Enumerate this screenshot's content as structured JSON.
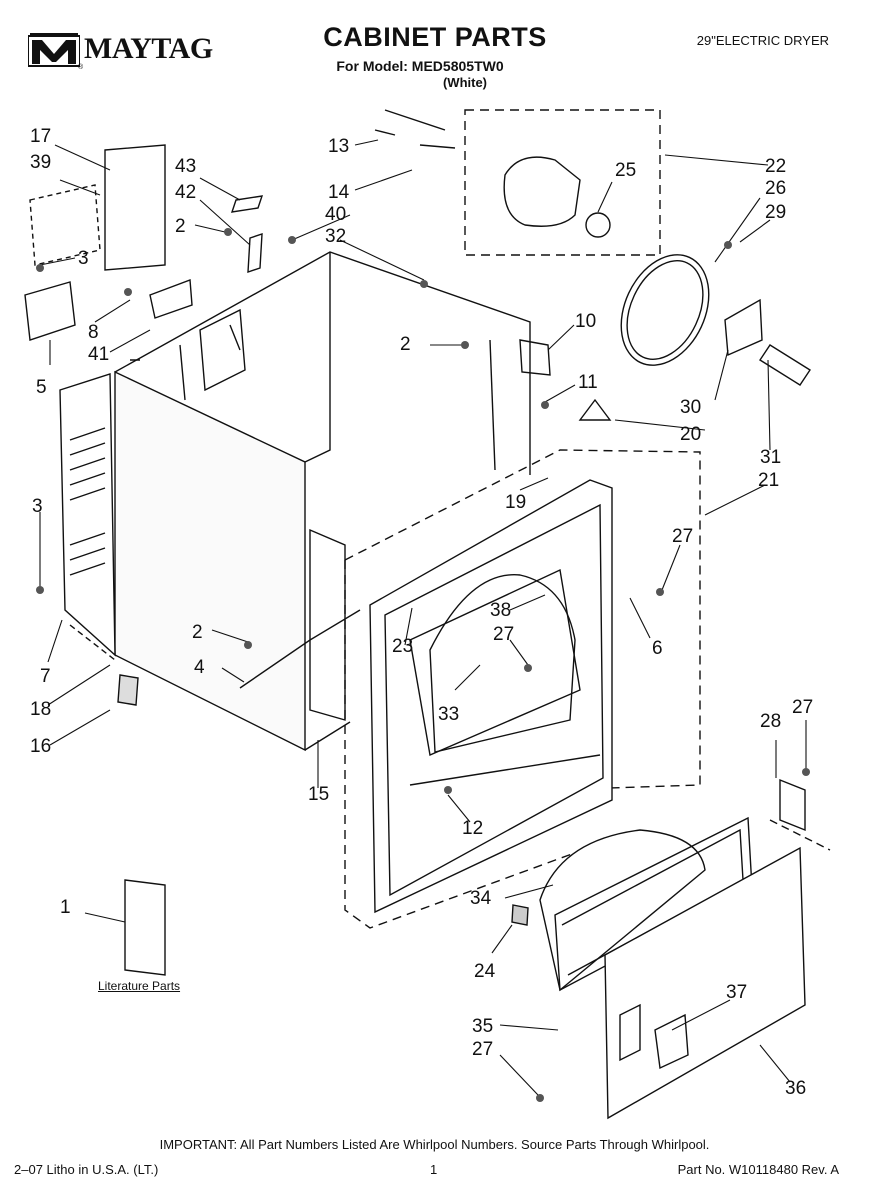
{
  "header": {
    "brand": "MAYTAG",
    "registered": "®",
    "title": "CABINET PARTS",
    "model_line": "For Model: MED5805TW0",
    "variant": "(White)",
    "product_type": "29\"ELECTRIC DRYER"
  },
  "callouts": [
    "17",
    "39",
    "43",
    "42",
    "2",
    "3",
    "8",
    "41",
    "5",
    "13",
    "14",
    "40",
    "32",
    "25",
    "22",
    "26",
    "29",
    "10",
    "2",
    "11",
    "30",
    "20",
    "31",
    "21",
    "19",
    "3",
    "27",
    "38",
    "27",
    "6",
    "2",
    "23",
    "4",
    "33",
    "7",
    "18",
    "16",
    "15",
    "12",
    "28",
    "27",
    "1",
    "34",
    "24",
    "37",
    "35",
    "27",
    "36"
  ],
  "literature_label": "Literature Parts",
  "footer": {
    "important": "IMPORTANT: All Part Numbers Listed Are Whirlpool Numbers. Source Parts Through Whirlpool.",
    "litho": "2–07 Litho in U.S.A. (LT.)",
    "page_number": "1",
    "part_number": "Part No. W10118480 Rev. A"
  }
}
